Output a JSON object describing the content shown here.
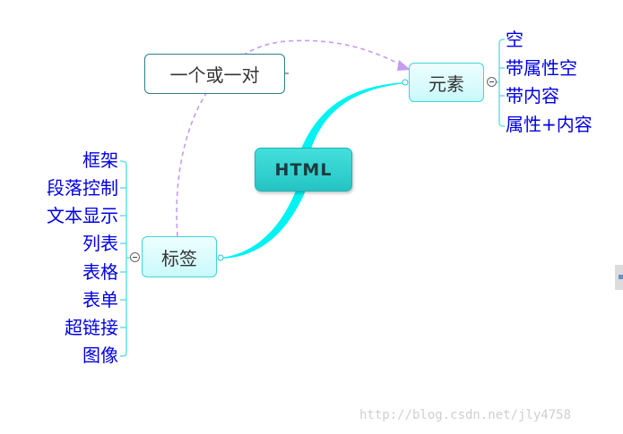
{
  "diagram": {
    "root": {
      "label": "HTML"
    },
    "element_node": {
      "label": "元素",
      "children": [
        "空",
        "带属性空",
        "带内容",
        "属性+内容"
      ]
    },
    "tag_node": {
      "label": "标签",
      "children": [
        "框架",
        "段落控制",
        "文本显示",
        "列表",
        "表格",
        "表单",
        "超链接",
        "图像"
      ]
    },
    "note_node": {
      "label": "一个或一对"
    },
    "colors": {
      "branch": "#00f2f2",
      "leaf_text": "#0000e6",
      "bracket": "#5fe3e6",
      "dashed_arrow": "#c49cf0"
    }
  },
  "watermark": "http://blog.csdn.net/jly4758"
}
